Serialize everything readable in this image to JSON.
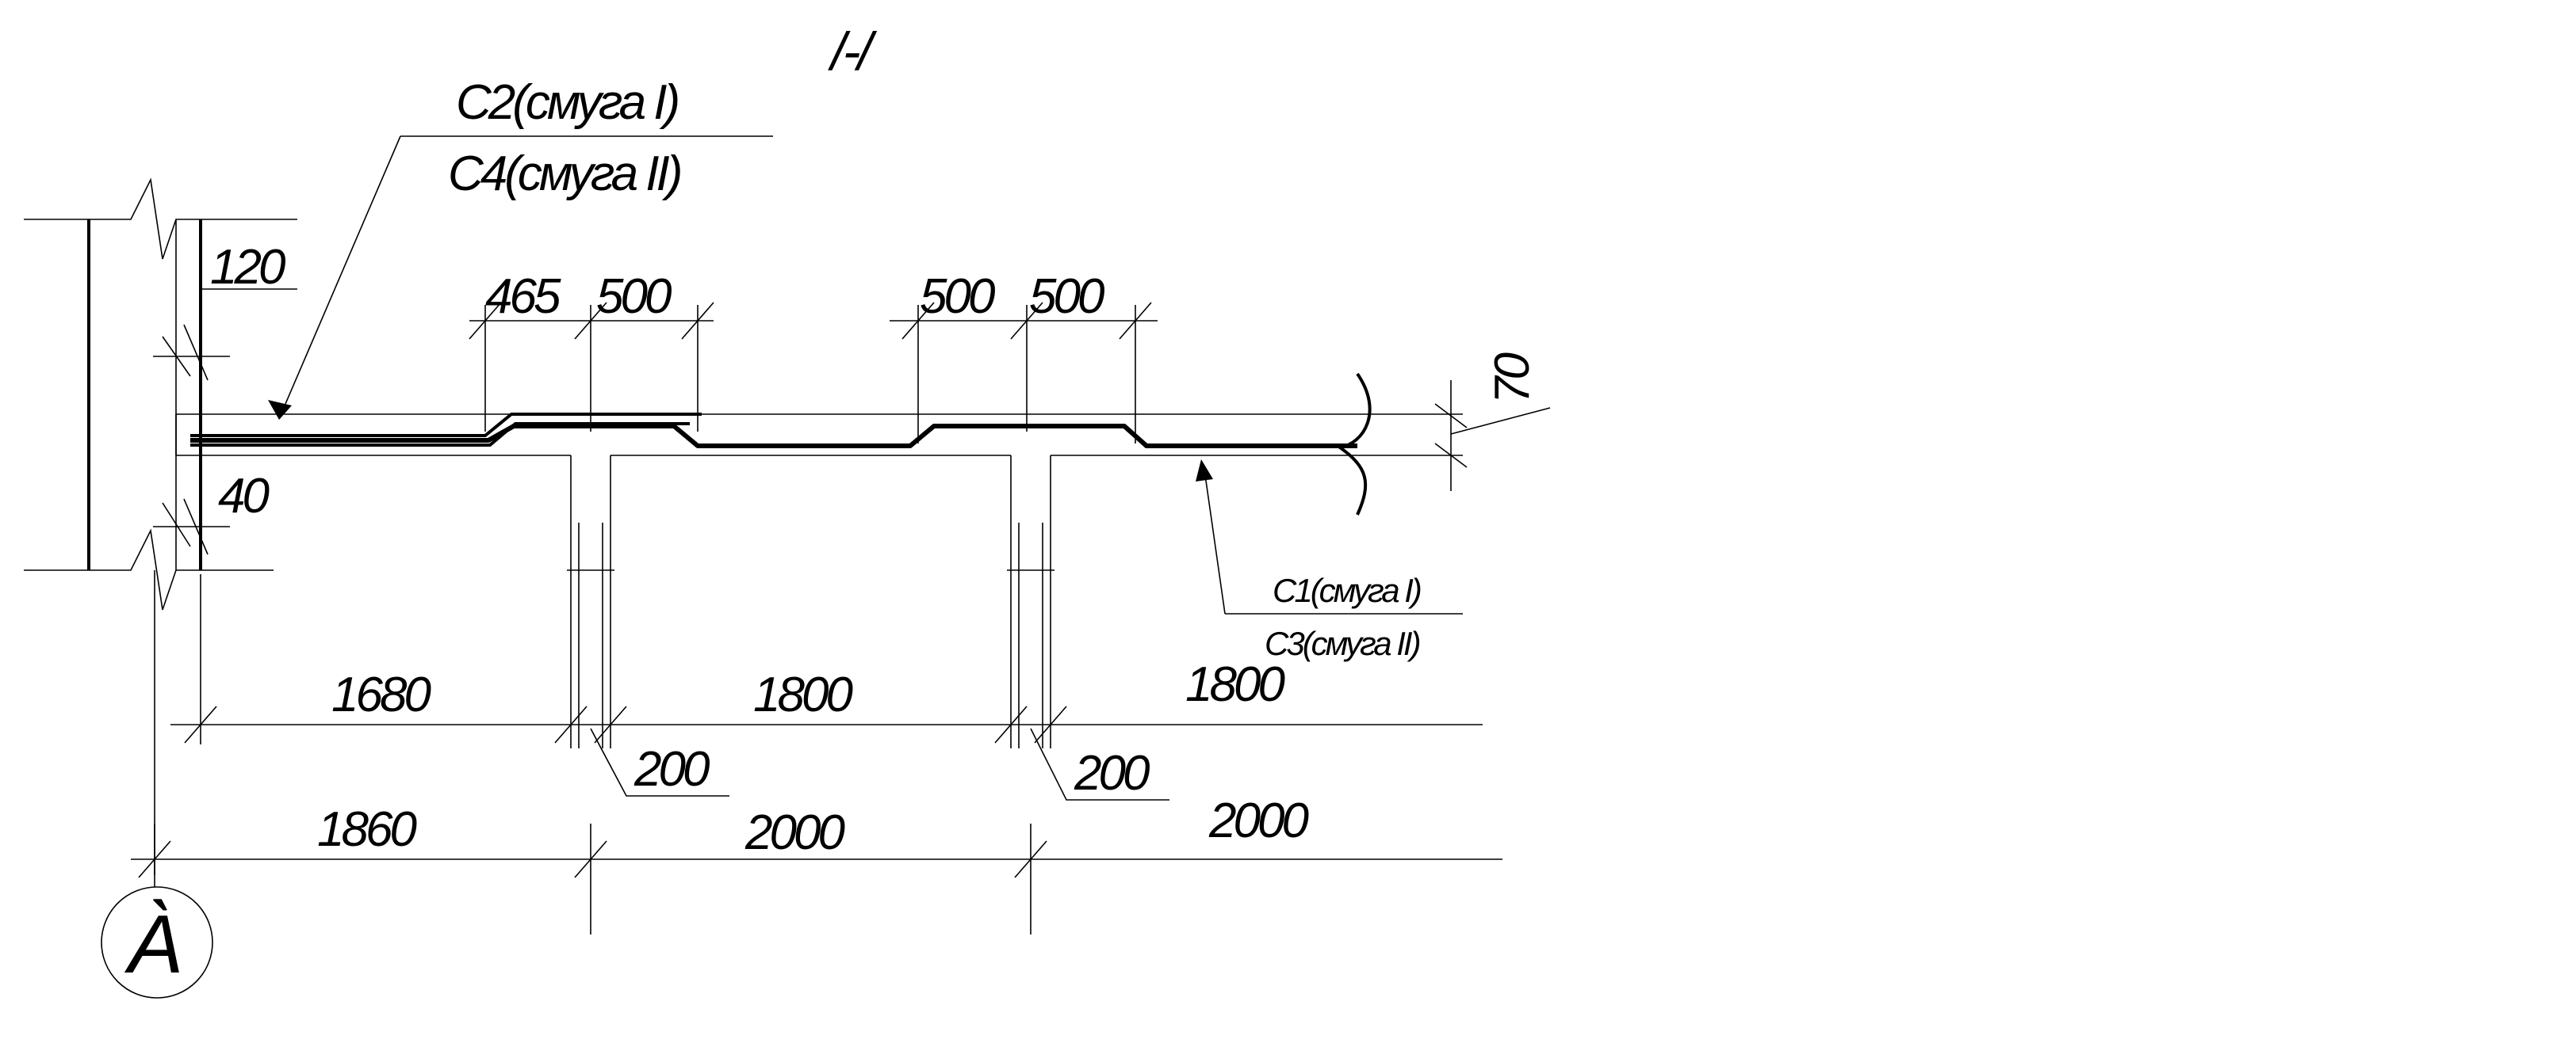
{
  "section_title": "/-/",
  "callouts": {
    "top_left": {
      "line1": "C2(смуга I)",
      "line2": "C4(смуга II)"
    },
    "bottom_right": {
      "line1": "C1(смуга I)",
      "line2": "C3(смуга II)"
    }
  },
  "dimensions": {
    "wall_thickness_top": "120",
    "wall_thickness_bottom": "40",
    "slab_thickness": "70",
    "top_segment_a": "465",
    "top_segment_b": "500",
    "top_segment_c": "500",
    "top_segment_d": "500",
    "span_clear_1": "1680",
    "span_clear_2": "1800",
    "span_clear_3": "1800",
    "beam_width_1": "200",
    "beam_width_2": "200",
    "axis_span_1": "1860",
    "axis_span_2": "2000",
    "axis_span_3": "2000"
  },
  "axis_marker": {
    "label": "А̀"
  }
}
